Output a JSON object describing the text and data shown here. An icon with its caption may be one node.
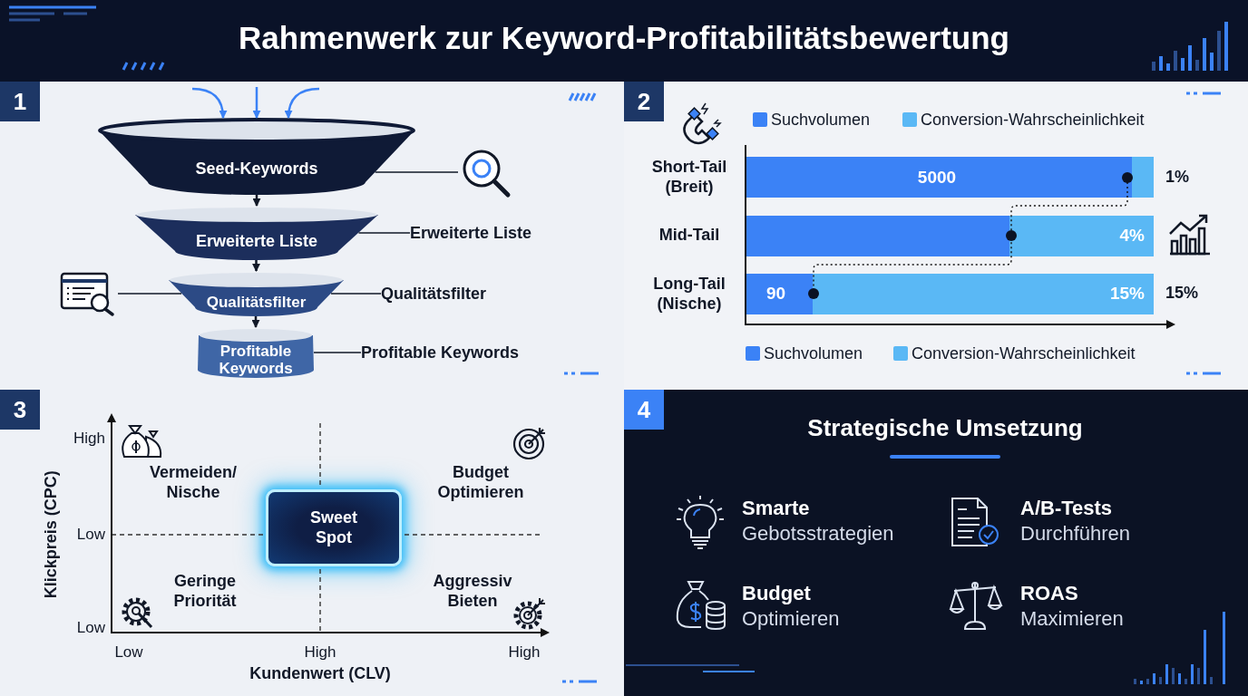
{
  "diagram": {
    "title": "Rahmenwerk zur Keyword-Profitabilitätsbewertung",
    "nodes": [
      {
        "text": [
          "1"
        ]
      },
      {
        "text": [
          "Seed-Keywords"
        ],
        "in": 0
      },
      {
        "text": [
          "Erweiterte Liste"
        ],
        "in": 0
      },
      {
        "text": [
          "Qualitätsfilter"
        ],
        "in": 0
      },
      {
        "text": [
          "Profitable Keywords"
        ],
        "in": 0
      },
      {
        "text": [
          "Erweiterte Liste"
        ],
        "in": 0
      },
      {
        "text": [
          "Qualitätsfilter"
        ],
        "in": 0
      },
      {
        "text": [
          "Profitable Keywords"
        ],
        "in": 0
      },
      {
        "text": [],
        "shape": "picture",
        "in": 0
      },
      {
        "text": [],
        "shape": "picture",
        "in": 0
      },
      {
        "text": [
          "2"
        ]
      },
      {
        "text": [
          "3"
        ]
      },
      {
        "text": [
          "Sweet Spot"
        ],
        "in": 11
      },
      {
        "text": [
          "4"
        ]
      }
    ],
    "edges": [
      {
        "from": 1,
        "to": 2,
        "arrow": "to"
      },
      {
        "from": 2,
        "to": 3,
        "arrow": "to"
      },
      {
        "from": 3,
        "to": 4,
        "arrow": "to"
      },
      {
        "from": null,
        "to": 1,
        "arrow": "to",
        "color": "#3b82f6"
      },
      {
        "from": null,
        "to": 1,
        "arrow": "to",
        "color": "#3b82f6"
      },
      {
        "from": null,
        "to": 1,
        "arrow": "to",
        "color": "#3b82f6"
      },
      {
        "from": 1,
        "to": 8,
        "arrow": "none"
      },
      {
        "from": 2,
        "to": 5,
        "arrow": "none"
      },
      {
        "from": 9,
        "to": 3,
        "arrow": "none"
      },
      {
        "from": 3,
        "to": 6,
        "arrow": "none"
      },
      {
        "from": 4,
        "to": 7,
        "arrow": "none"
      }
    ],
    "labels": [
      "Short-Tail (Breit)",
      "5000",
      "1%",
      "Mid-Tail",
      "4%",
      "Long-Tail (Nische)",
      "90",
      "15%",
      "15%",
      "High",
      "Vermeiden/ Nische",
      "Budget Optimieren",
      "Low",
      "Geringe Priorität",
      "Aggressiv Bieten",
      "Low",
      "Low",
      "High",
      "High",
      "Klickpreis (CPC)",
      "Kundenwert (CLV)",
      "Strategische Umsetzung",
      "Smarte",
      "Gebotsstrategien",
      "A/B-Tests",
      "Durchführen",
      "Budget",
      "Optimieren",
      "ROAS",
      "Maximieren"
    ],
    "legend": [
      {
        "text": "Suchvolumen",
        "color": "#3b82f6"
      },
      {
        "text": "Conversion-Wahrscheinlichkeit",
        "color": "#5ab8f5"
      },
      {
        "text": "Suchvolumen",
        "color": "#3b82f6"
      },
      {
        "text": "Conversion-Wahrscheinlichkeit",
        "color": "#5ab8f5"
      }
    ]
  }
}
